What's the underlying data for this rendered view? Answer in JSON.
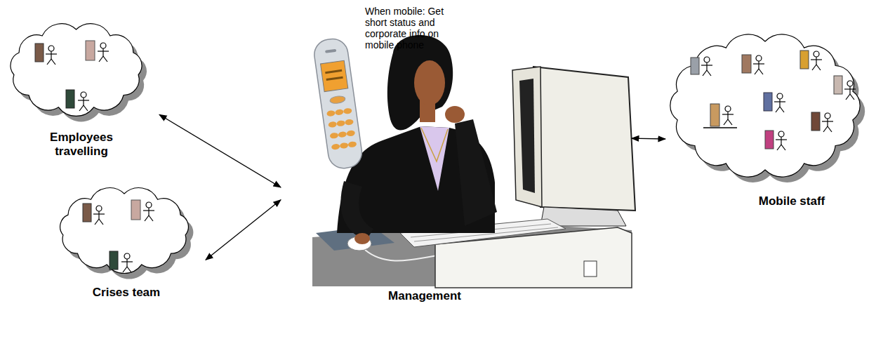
{
  "diagram": {
    "nodes": [
      {
        "text": [
          "Employees travelling"
        ]
      },
      {
        "text": [
          "Crises team"
        ]
      },
      {
        "text": [
          "Management"
        ]
      },
      {
        "text": [
          "Mobile staff"
        ]
      }
    ],
    "edges": [
      {
        "from": 0,
        "to": 2,
        "arrow": "both"
      },
      {
        "from": 1,
        "to": 2,
        "arrow": "both"
      },
      {
        "from": 2,
        "to": 3,
        "arrow": "both"
      }
    ],
    "labels": [
      "When mobile: Get short status and corporate info on mobile phone"
    ]
  }
}
